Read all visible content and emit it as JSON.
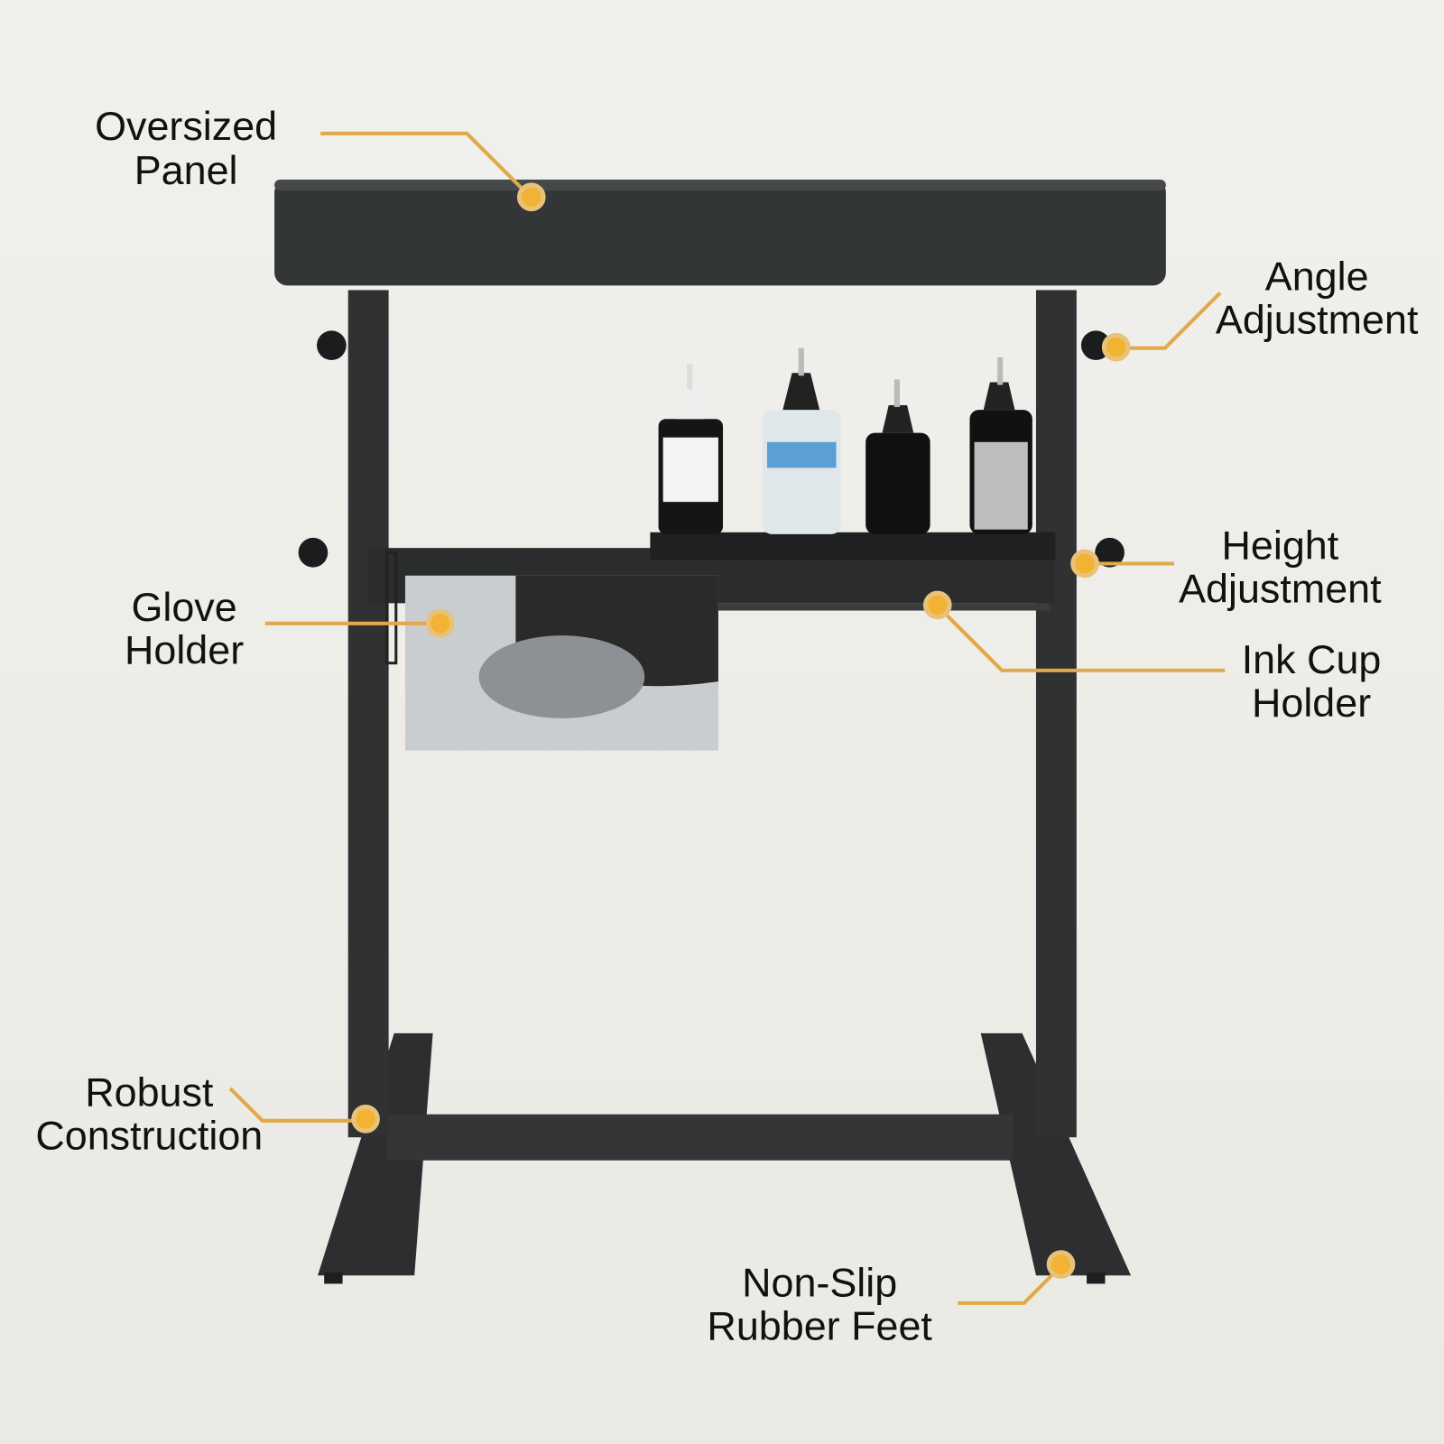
{
  "callouts": [
    {
      "id": "oversized-panel",
      "lines": [
        "Oversized",
        "Panel"
      ]
    },
    {
      "id": "angle-adjustment",
      "lines": [
        "Angle",
        "Adjustment"
      ]
    },
    {
      "id": "height-adjustment",
      "lines": [
        "Height",
        "Adjustment"
      ]
    },
    {
      "id": "glove-holder",
      "lines": [
        "Glove",
        "Holder"
      ]
    },
    {
      "id": "ink-cup-holder",
      "lines": [
        "Ink Cup",
        "Holder"
      ]
    },
    {
      "id": "robust-construction",
      "lines": [
        "Robust",
        "Construction"
      ]
    },
    {
      "id": "non-slip-rubber-feet",
      "lines": [
        "Non-Slip",
        "Rubber Feet"
      ]
    }
  ],
  "colors": {
    "accent": "#f2b233",
    "frame": "#2f3132",
    "background": "#efeeea"
  }
}
